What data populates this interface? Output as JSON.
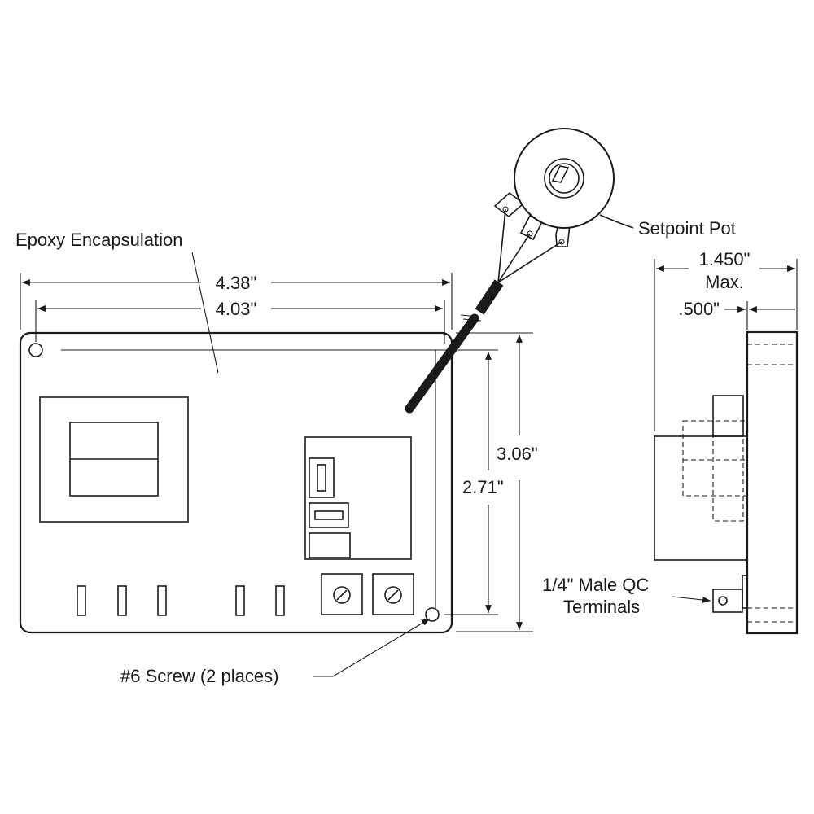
{
  "labels": {
    "epoxy": "Epoxy Encapsulation",
    "setpoint": "Setpoint Pot",
    "dim_width_outer": "4.38\"",
    "dim_width_inner": "4.03\"",
    "dim_height_outer": "3.06\"",
    "dim_height_inner": "2.71\"",
    "dim_depth_max": "1.450\"",
    "dim_depth_max_note": "Max.",
    "dim_depth_body": ".500\"",
    "terminals_line1": "1/4\" Male QC",
    "terminals_line2": "Terminals",
    "screw": "#6 Screw (2 places)"
  }
}
